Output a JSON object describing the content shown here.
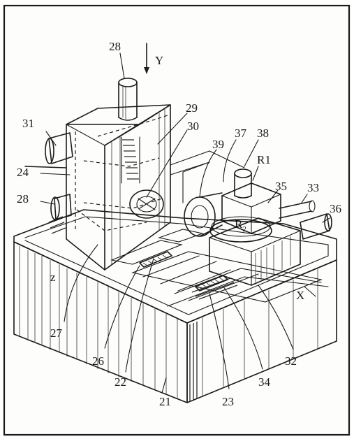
{
  "labels": {
    "y_axis": "Y",
    "x_axis": "X",
    "z_axis": "z",
    "r1": "R1",
    "r2": "R",
    "r2_sub": "2",
    "n21": "21",
    "n22": "22",
    "n23": "23",
    "n24": "24",
    "n26": "26",
    "n27": "27",
    "n28_top": "28",
    "n28_left": "28",
    "n29": "29",
    "n30": "30",
    "n31": "31",
    "n32": "32",
    "n33": "33",
    "n34": "34",
    "n35": "35",
    "n36": "36",
    "n37": "37",
    "n38": "38",
    "n39": "39"
  }
}
